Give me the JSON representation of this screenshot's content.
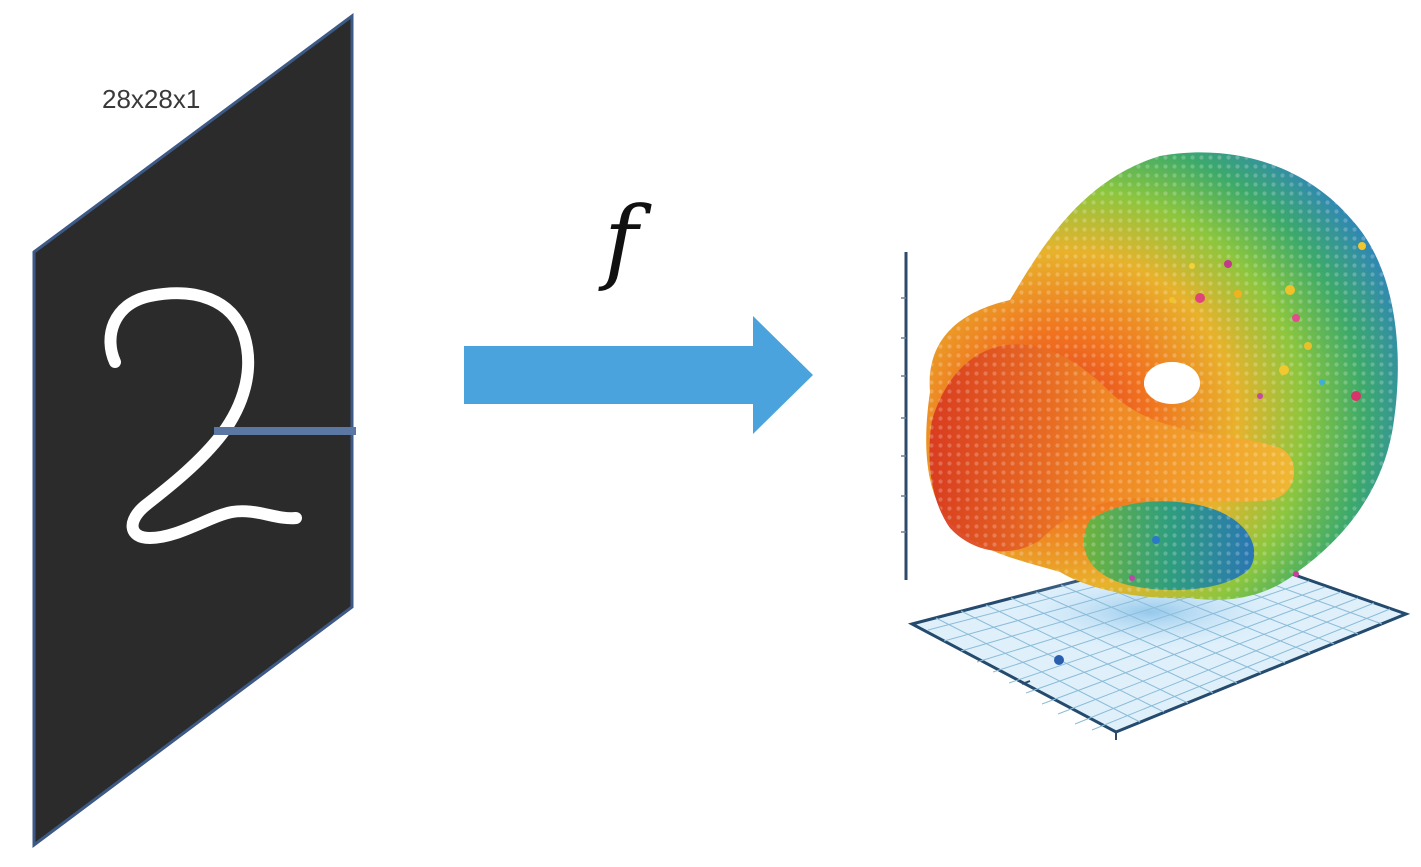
{
  "input_panel": {
    "dimension_label": "28x28x1",
    "digit": "2"
  },
  "mapping": {
    "function_label": "f"
  },
  "colors": {
    "panel": "#2b2b2b",
    "panel_edge": "#3d5a86",
    "arrow": "#4aa3dc",
    "grid_plane": "#dff0fb",
    "grid_line": "#8bbcd8"
  }
}
